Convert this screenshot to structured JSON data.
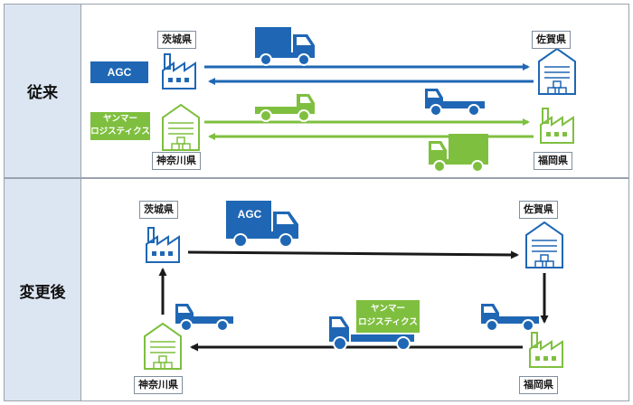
{
  "rows": {
    "before": {
      "label": "従来"
    },
    "after": {
      "label": "変更後"
    }
  },
  "places": {
    "ibaraki": "茨城県",
    "saga": "佐賀県",
    "kanagawa": "神奈川県",
    "fukuoka": "福岡県"
  },
  "companies": {
    "agc": "AGC",
    "yanmar_line1": "ヤンマー",
    "yanmar_line2": "ロジスティクス"
  },
  "colors": {
    "agc_blue": "#1f67b4",
    "yanmar_green": "#7fbf3f",
    "after_arrow": "#1a1a1a",
    "row_label_bg": "#dce6f2"
  },
  "icons": [
    "factory-icon",
    "warehouse-icon",
    "box-truck-icon",
    "flatbed-truck-icon"
  ]
}
